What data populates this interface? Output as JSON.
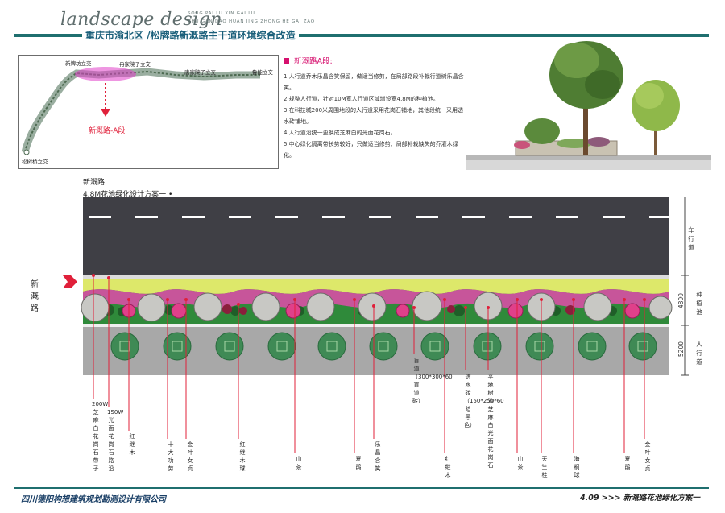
{
  "header": {
    "logo_text": "landscape design",
    "pinyin_line1": "SONG PAI LU  XIN GAI LU",
    "pinyin_line2": "ZHU GAN DAO HUAN JING ZHONG HE GAI ZAO",
    "project_title": "重庆市渝北区 /松牌路新溉路主干道环境综合改造"
  },
  "key_map": {
    "labels": [
      "新牌坊立交",
      "冉家院子立交",
      "唐家院子立交",
      "鲁能立交",
      "松树桥立交"
    ],
    "segment_tag": "新溉路-A段"
  },
  "notes": {
    "title": "新溉路A段:",
    "items": [
      "1.人行道乔木乐昌含笑保留，做适当修剪，在局部路段补栽行道树乐昌含笑。",
      "2.规整人行道，针对10M宽人行道区域增设宽4.8M的种植池。",
      "3.在科技城200米周围地段的人行道采用花岗石铺地，其他段统一采用透水砖铺地。",
      "4.人行道沿统一更换成芝麻白的光面花岗石。",
      "5.中心绿化隔离带长势较好，只做适当修剪、局部补栽缺失的乔灌木绿化。"
    ]
  },
  "plan": {
    "title_line1": "新溉路",
    "title_line2": "4.8M花池绿化设计方案一 •",
    "road_name": "新溉路",
    "side_labels": {
      "carriageway": "车行道",
      "planter": "种植池",
      "sidewalk": "人行道"
    },
    "dims": {
      "planter": "4800",
      "sidewalk": "5200"
    },
    "plant_labels": [
      "200W芝麻白花岗石带子",
      "150W光面花岗石路沿",
      "红继木",
      "十大功劳",
      "金叶女贞",
      "红继木球",
      "山茶",
      "夏鹃",
      "乐昌含笑",
      "盲道（300*300*60盲道砖）",
      "红继木",
      "透水砖（150*250*60暗黑色）",
      "平地树池 芝麻白光面花岗石",
      "山茶",
      "天竺桂",
      "海桐球",
      "夏鹃",
      "金叶女贞"
    ]
  },
  "footer": {
    "company": "四川德阳构想建筑规划勘测设计有限公司",
    "page_code": "4.09 >>> 新溉路花池绿化方案一"
  },
  "colors": {
    "accent": "#1f6f6f",
    "title_blue": "#1a5f7a",
    "magenta": "#d6106e",
    "marker_red": "#e0203a"
  }
}
